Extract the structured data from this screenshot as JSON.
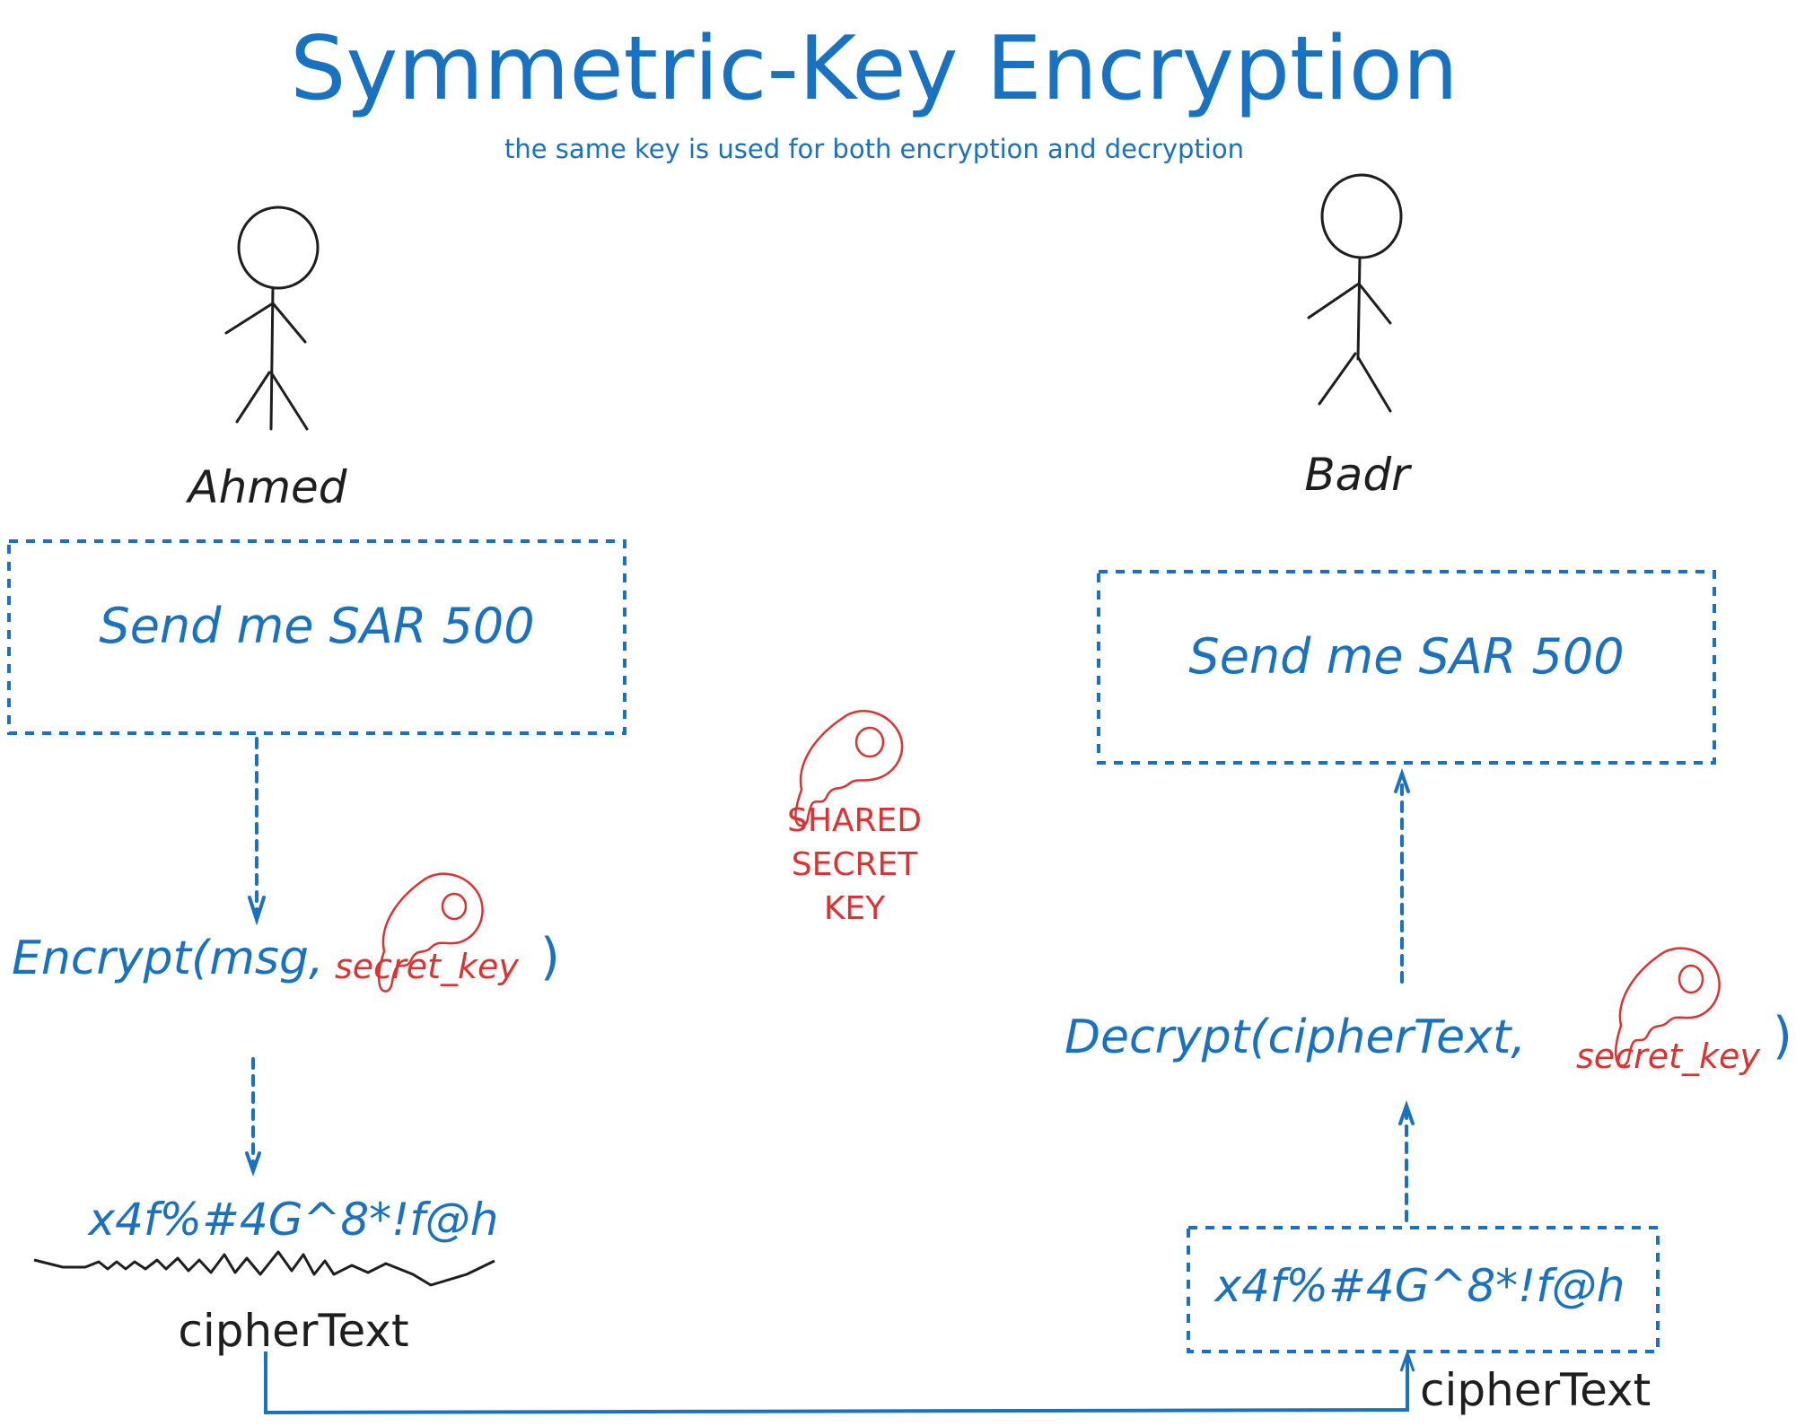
{
  "title": "Symmetric-Key Encryption",
  "subtitle": "the same key is used for both encryption and decryption",
  "colors": {
    "blue": "#1971c2",
    "red": "#e03131",
    "black": "#1e1e1e"
  },
  "sender": {
    "name": "Ahmed",
    "message": "Send me SAR 500",
    "encrypt_fn": "Encrypt(msg,",
    "encrypt_key_arg": "secret_key",
    "encrypt_close": ")",
    "ciphertext_value": "x4f%#4G^8*!f@h",
    "ciphertext_label": "cipherText"
  },
  "receiver": {
    "name": "Badr",
    "message": "Send me SAR 500",
    "decrypt_fn": "Decrypt(cipherText,",
    "decrypt_key_arg": "secret_key",
    "decrypt_close": ")",
    "ciphertext_value": "x4f%#4G^8*!f@h",
    "ciphertext_label": "cipherText"
  },
  "shared_key": {
    "lines": [
      "SHARED",
      "SECRET",
      "KEY"
    ]
  },
  "icons": {
    "person": "stick-figure-icon",
    "key": "key-icon"
  }
}
